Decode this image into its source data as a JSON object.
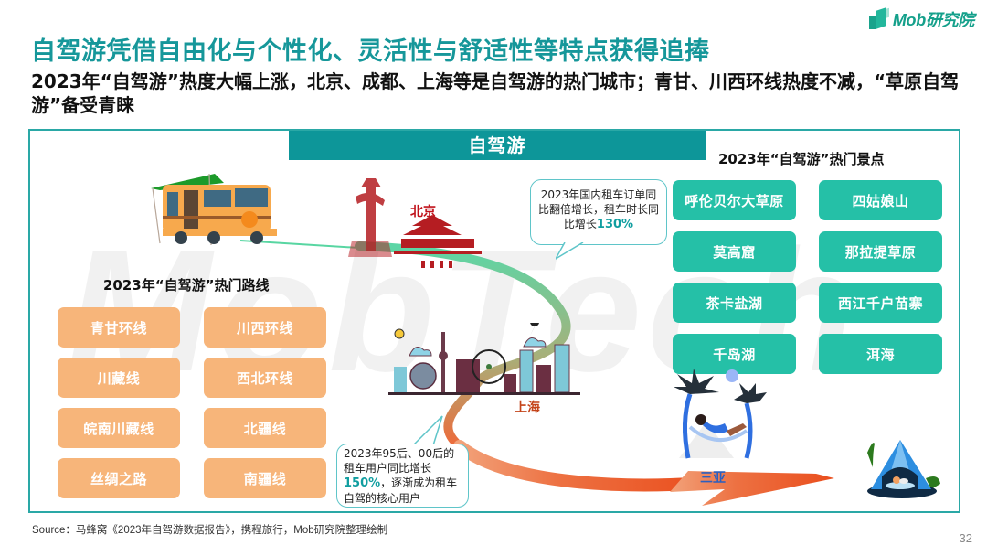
{
  "brand": {
    "logo_text": "Mob研究院",
    "primary_color": "#16979a",
    "accent_teal": "#25c0a7",
    "accent_orange": "#f7b57a"
  },
  "header": {
    "title": "自驾游凭借自由化与个性化、灵活性与舒适性等特点获得追捧",
    "subtitle": "2023年“自驾游”热度大幅上涨，北京、成都、上海等是自驾游的热门城市；青甘、川西环线热度不减，“草原自驾游”备受青睐"
  },
  "panel": {
    "header_label": "自驾游",
    "watermark": "MobTech",
    "routes": {
      "title": "2023年“自驾游”热门路线",
      "items": [
        "青甘环线",
        "川西环线",
        "川藏线",
        "西北环线",
        "皖南川藏线",
        "北疆线",
        "丝绸之路",
        "南疆线"
      ]
    },
    "spots": {
      "title": "2023年“自驾游”热门景点",
      "items": [
        "呼伦贝尔大草原",
        "四姑娘山",
        "莫高窟",
        "那拉提草原",
        "茶卡盐湖",
        "西江千户苗寨",
        "千岛湖",
        "洱海"
      ]
    },
    "cities": {
      "beijing": "北京",
      "shanghai": "上海",
      "sanya": "三亚"
    },
    "callout_1": {
      "text_a": "2023年国内租车订单同比翻倍增长，租车时长同比增长",
      "highlight": "130%"
    },
    "callout_2": {
      "text_a": "2023年95后、00后的租车用户同比增长",
      "highlight": "150%",
      "text_b": "，逐渐成为租车自驾的核心用户"
    },
    "icons": [
      "rv-camper-icon",
      "beijing-landmark-icon",
      "shanghai-skyline-icon",
      "beach-hammock-icon",
      "camping-tent-icon",
      "journey-arrow-icon"
    ]
  },
  "footer": {
    "source": "Source：马蜂窝《2023年自驾游数据报告》，携程旅行，Mob研究院整理绘制",
    "page_number": "32"
  }
}
